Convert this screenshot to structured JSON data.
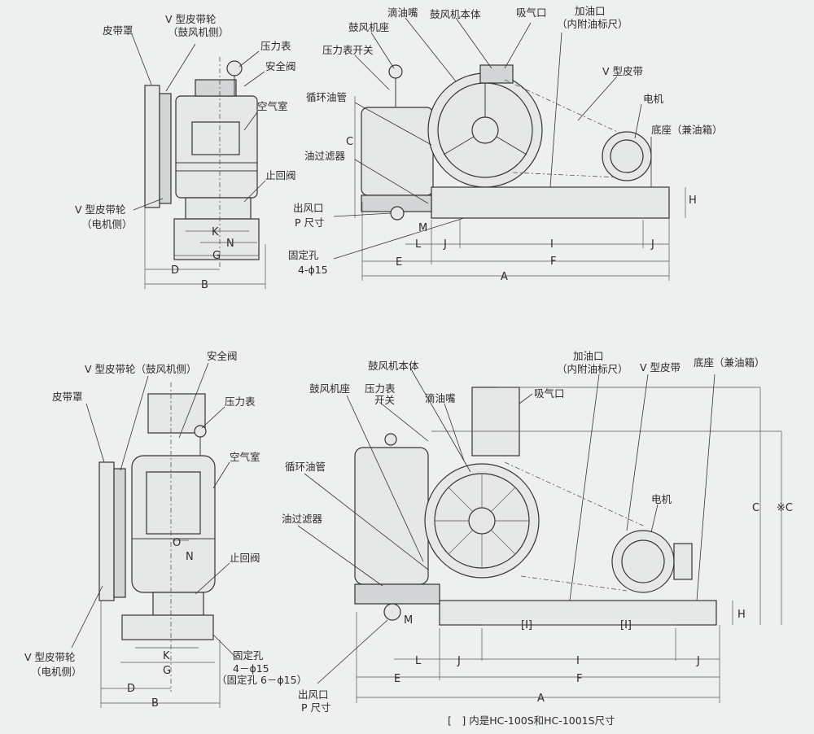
{
  "top_side_view": {
    "belt_cover": "皮带罩",
    "v_pulley_blower": [
      "V 型皮带轮",
      "（鼓风机侧）"
    ],
    "pressure_gauge": "压力表",
    "safety_valve": "安全阀",
    "air_chamber": "空气室",
    "check_valve": "止回阀",
    "v_pulley_motor": [
      "V 型皮带轮",
      "（电机侧）"
    ],
    "dims": {
      "K": "K",
      "N": "N",
      "G": "G",
      "D": "D",
      "B": "B"
    }
  },
  "top_front_view": {
    "drip_nozzle": "滴油嘴",
    "blower_body": "鼓风机本体",
    "intake": "吸气口",
    "oil_inlet": [
      "加油口",
      "（内附油标尺）"
    ],
    "blower_seat": "鼓风机座",
    "gauge_switch": "压力表开关",
    "v_belt": "V 型皮带",
    "motor": "电机",
    "circ_pipe": "循环油管",
    "base": "底座（兼油箱）",
    "oil_filter": "油过滤器",
    "outlet": [
      "出风口",
      "P 尺寸"
    ],
    "fix_hole": [
      "固定孔",
      "4-ϕ15"
    ],
    "dims": {
      "C": "C",
      "H": "H",
      "M": "M",
      "L": "L",
      "J1": "J",
      "I": "I",
      "J2": "J",
      "E": "E",
      "F": "F",
      "A": "A"
    }
  },
  "bottom_side_view": {
    "v_pulley_blower": "V 型皮带轮（鼓风机侧）",
    "safety_valve": "安全阀",
    "belt_cover": "皮带罩",
    "pressure_gauge": "压力表",
    "air_chamber": "空气室",
    "check_valve": "止回阀",
    "v_pulley_motor": [
      "V 型皮带轮",
      "（电机侧）"
    ],
    "fix_hole": [
      "固定孔",
      "4－ϕ15",
      "（固定孔 6－ϕ15）"
    ],
    "dims": {
      "O": "O",
      "N": "N",
      "K": "K",
      "G": "G",
      "D": "D",
      "B": "B"
    }
  },
  "bottom_front_view": {
    "blower_body": "鼓风机本体",
    "oil_inlet": [
      "加油口",
      "（内附油标尺）"
    ],
    "v_belt": "V 型皮带",
    "base": "底座（兼油箱）",
    "blower_seat": "鼓风机座",
    "gauge_switch": [
      "压力表",
      "开关"
    ],
    "drip_nozzle": "滴油嘴",
    "intake": "吸气口",
    "circ_pipe": "循环油管",
    "motor": "电机",
    "oil_filter": "油过滤器",
    "outlet": [
      "出风口",
      "P 尺寸"
    ],
    "dims": {
      "C": "C",
      "XC": "※C",
      "H": "H",
      "M": "M",
      "I1": "[I]",
      "I2": "[I]",
      "L": "L",
      "J1": "J",
      "I": "I",
      "J2": "J",
      "E": "E",
      "F": "F",
      "A": "A"
    }
  },
  "footnote": "[　] 内是HC-100S和HC-1001S尺寸"
}
